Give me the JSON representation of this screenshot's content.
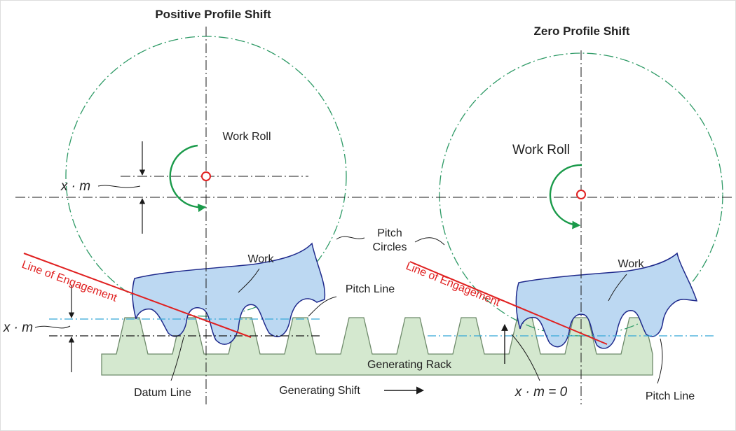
{
  "titles": {
    "left": "Positive Profile Shift",
    "right": "Zero Profile Shift"
  },
  "labels": {
    "work_roll_left": "Work Roll",
    "work_roll_right": "Work Roll",
    "work_left": "Work",
    "work_right": "Work",
    "pitch_circles_line1": "Pitch",
    "pitch_circles_line2": "Circles",
    "pitch_line_left": "Pitch Line",
    "pitch_line_right": "Pitch Line",
    "line_of_engagement_left": "Line of Engagement",
    "line_of_engagement_right": "Line of Engagement",
    "generating_rack": "Generating Rack",
    "datum_line": "Datum Line",
    "generating_shift": "Generating Shift",
    "xm_upper": "x · m",
    "xm_lower": "x · m",
    "xm_zero": "x · m = 0"
  },
  "colors": {
    "line": "#1a1a1a",
    "pitch_circle": "#2e9a66",
    "rotation_arrow": "#1a9a4a",
    "center_marker": "#e02020",
    "engagement_line": "#e02020",
    "work_fill": "#bcd8f2",
    "work_edge": "#1f2a8c",
    "rack_fill": "#d4e8cf",
    "rack_edge": "#6e8a6a",
    "pitch_line_dash": "#35a8d8"
  }
}
